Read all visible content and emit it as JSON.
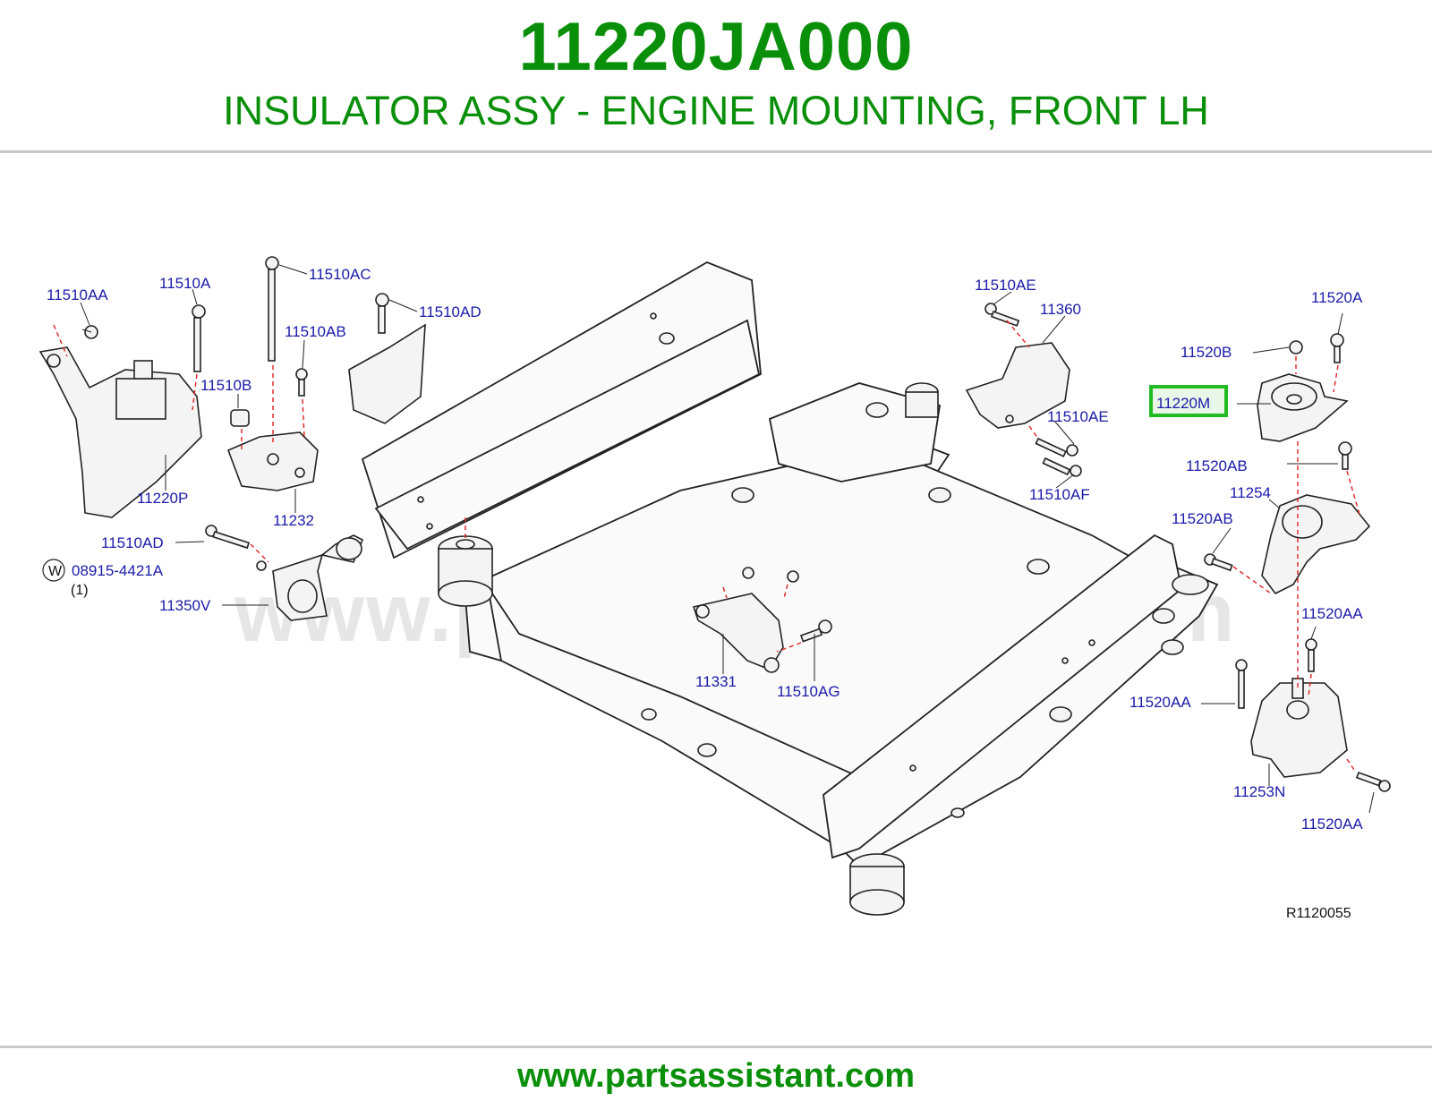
{
  "header": {
    "part_number": "11220JA000",
    "description": "INSULATOR ASSY - ENGINE MOUNTING, FRONT LH"
  },
  "diagram": {
    "watermark": "www.partsassistant.com",
    "reference_code": "R1120055",
    "highlight_color": "#22bb22",
    "labels": {
      "l_11510AA": "11510AA",
      "l_11510A": "11510A",
      "l_11510AC": "11510AC",
      "l_11510AD_top": "11510AD",
      "l_11510AB": "11510AB",
      "l_11510B": "11510B",
      "l_11220P": "11220P",
      "l_11232": "11232",
      "l_11510AD_low": "11510AD",
      "l_washer_symbol": "W",
      "l_washer_part": "08915-4421A",
      "l_washer_qty": "(1)",
      "l_11350V": "11350V",
      "l_11331": "11331",
      "l_11510AG": "11510AG",
      "l_11510AE_top": "11510AE",
      "l_11360": "11360",
      "l_11510AE_mid": "11510AE",
      "l_11510AF": "11510AF",
      "l_11520A": "11520A",
      "l_11520B": "11520B",
      "l_11220M": "11220M",
      "l_11520AB_top": "11520AB",
      "l_11254": "11254",
      "l_11520AB_low": "11520AB",
      "l_11520AA_top": "11520AA",
      "l_11520AA_mid": "11520AA",
      "l_11253N": "11253N",
      "l_11520AA_bot": "11520AA"
    }
  },
  "footer": {
    "url": "www.partsassistant.com"
  }
}
